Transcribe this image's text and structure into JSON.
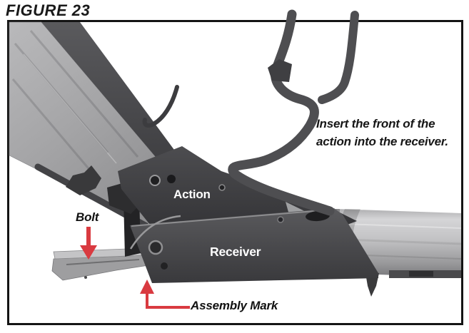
{
  "figure": {
    "title": "FIGURE 23"
  },
  "photo": {
    "instruction": {
      "line1": "Insert the front of the",
      "line2": "action into the receiver."
    },
    "callouts": {
      "action": "Action",
      "receiver": "Receiver",
      "bolt": "Bolt",
      "assembly_mark": "Assembly Mark"
    },
    "icons": {
      "bolt_pointer": "red-down-arrow",
      "assembly_pointer": "red-elbow-up-arrow"
    }
  },
  "colors": {
    "arrow_red": "#d93a40",
    "frame_border": "#141414",
    "callout_light": "#ffffff",
    "callout_dark": "#111111",
    "metal_dark": "#47474a",
    "metal_light": "#c3c3c5",
    "wood_gray": "#a8a8aa"
  }
}
